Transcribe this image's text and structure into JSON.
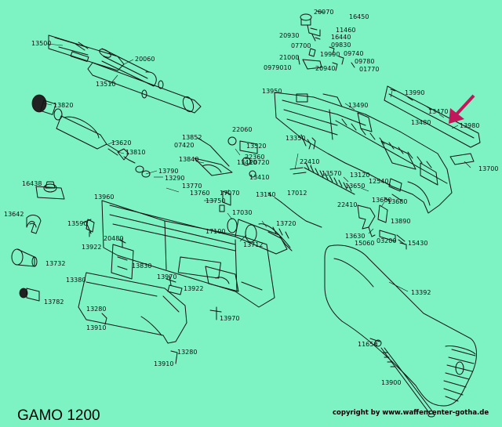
{
  "title": "GAMO 1200",
  "copyright": "copyright by www.waffencenter-gotha.de",
  "colors": {
    "background": "#7df2c3",
    "line": "#111111",
    "arrow": "#c2185b"
  },
  "parts": [
    "20970",
    "16450",
    "11460",
    "16440",
    "20930",
    "09830",
    "07700",
    "19990",
    "09740",
    "21000",
    "09780",
    "0979010",
    "20940",
    "01770",
    "13500",
    "20060",
    "13510",
    "13820",
    "13620",
    "13810",
    "16438",
    "13790",
    "13290",
    "13770",
    "13760",
    "13750",
    "13642",
    "13590",
    "20480",
    "13922",
    "13830",
    "13732",
    "13380",
    "13782",
    "13960",
    "13970",
    "13922",
    "13280",
    "13910",
    "13970",
    "13280",
    "13910",
    "13852",
    "07420",
    "13840",
    "22060",
    "13520",
    "22360",
    "13410",
    "20720",
    "13410",
    "17070",
    "17030",
    "17100",
    "13712",
    "13720",
    "13950",
    "13490",
    "13990",
    "13470",
    "13480",
    "13980",
    "13350",
    "22410",
    "13570",
    "13120",
    "12540",
    "13650",
    "22410",
    "13140",
    "17012",
    "13700",
    "13630",
    "13660",
    "13680",
    "13890",
    "15060",
    "03200",
    "15430",
    "13392",
    "11650",
    "13900"
  ]
}
